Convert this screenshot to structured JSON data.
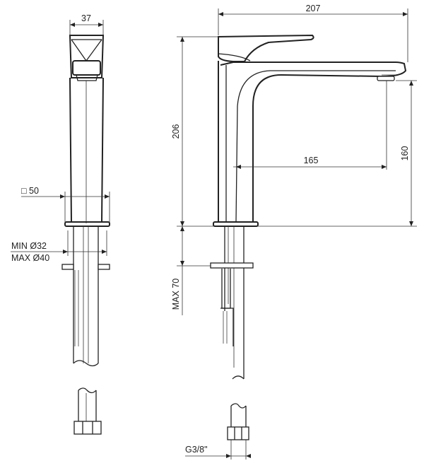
{
  "dimensions": {
    "front_width": "37",
    "square_base": "□ 50",
    "hole_min": "MIN Ø32",
    "hole_max": "MAX Ø40",
    "total_length": "207",
    "total_height": "206",
    "spout_reach": "165",
    "spout_height": "160",
    "max_thickness": "MAX 70",
    "thread": "G3/8\""
  },
  "colors": {
    "line": "#222222",
    "background": "#ffffff"
  }
}
